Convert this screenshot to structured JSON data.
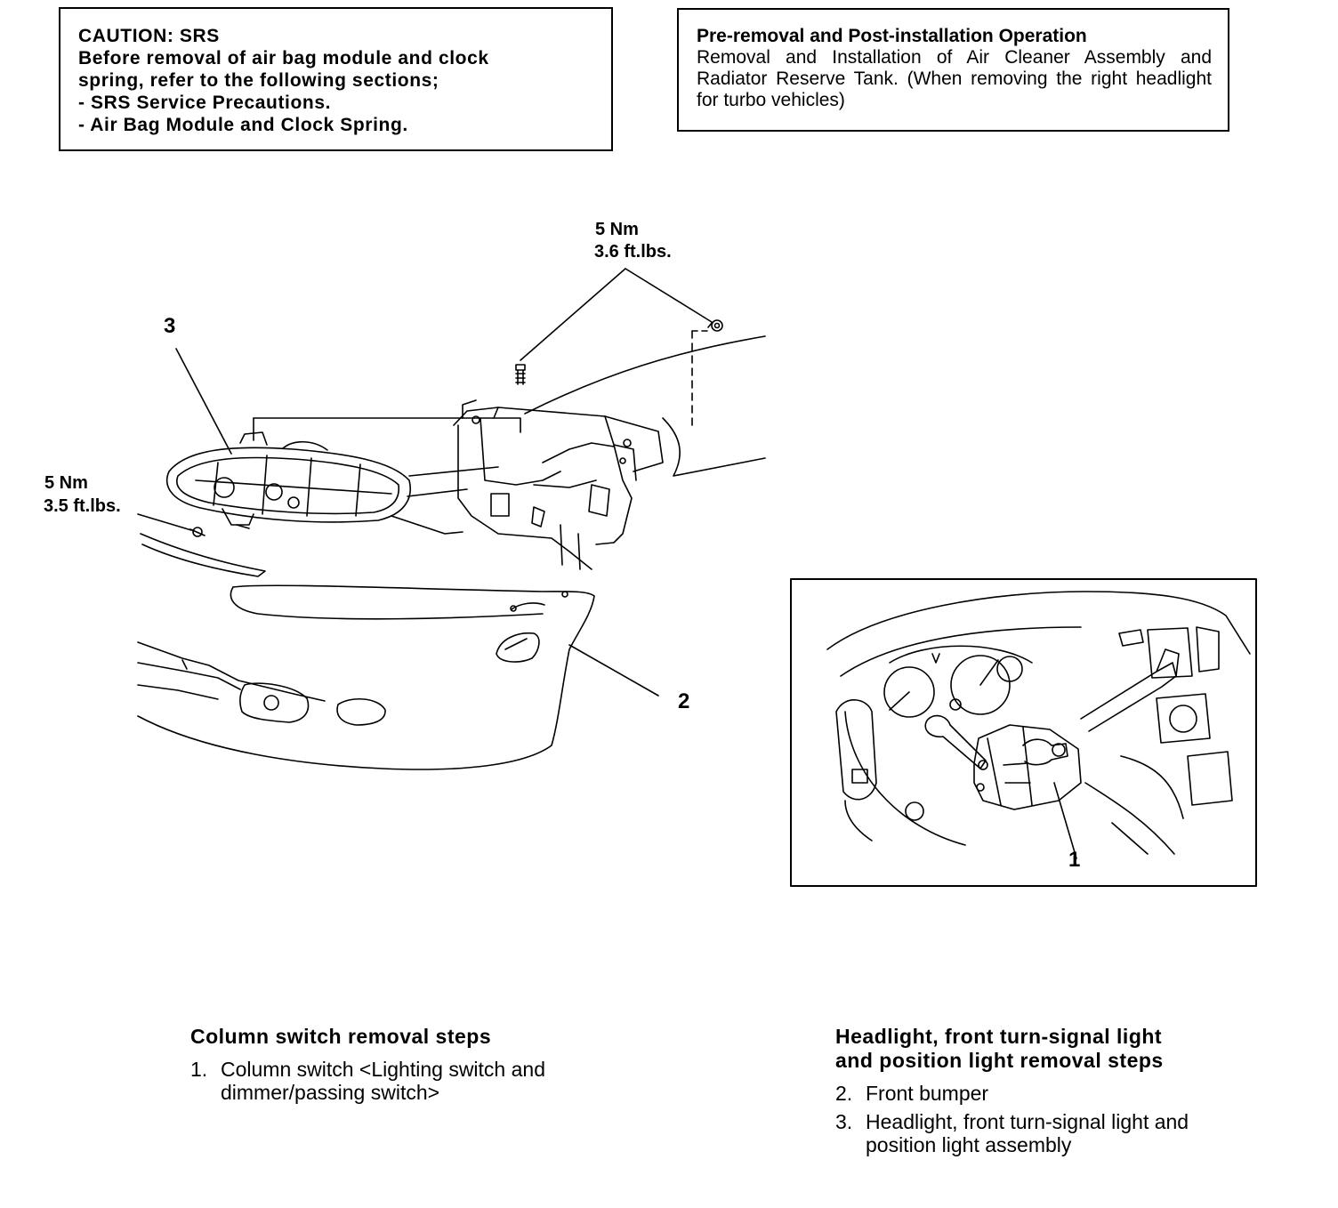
{
  "caution": {
    "lines": [
      "CAUTION: SRS",
      "Before removal of air bag module and clock",
      "spring, refer to the following sections;",
      "- SRS Service Precautions.",
      "- Air Bag Module and Clock Spring."
    ]
  },
  "preop": {
    "title": "Pre-removal and Post-installation Operation",
    "body": "Removal and Installation of Air Cleaner Assembly and Radiator Reserve Tank. (When removing the right headlight for turbo vehicles)"
  },
  "callouts": {
    "torque_top_nm": "5 Nm",
    "torque_top_ftlbs": "3.6 ft.lbs.",
    "torque_left_nm": "5 Nm",
    "torque_left_ftlbs": "3.5 ft.lbs.",
    "label_1": "1",
    "label_2": "2",
    "label_3": "3"
  },
  "column_switch": {
    "title": "Column switch removal steps",
    "steps": [
      {
        "num": "1.",
        "text": "Column switch <Lighting switch and dimmer/passing switch>"
      }
    ]
  },
  "headlight": {
    "title_line1": "Headlight, front turn-signal light",
    "title_line2": "and position light removal steps",
    "steps": [
      {
        "num": "2.",
        "text": "Front bumper"
      },
      {
        "num": "3.",
        "text": "Headlight, front turn-signal light and position light assembly"
      }
    ]
  }
}
